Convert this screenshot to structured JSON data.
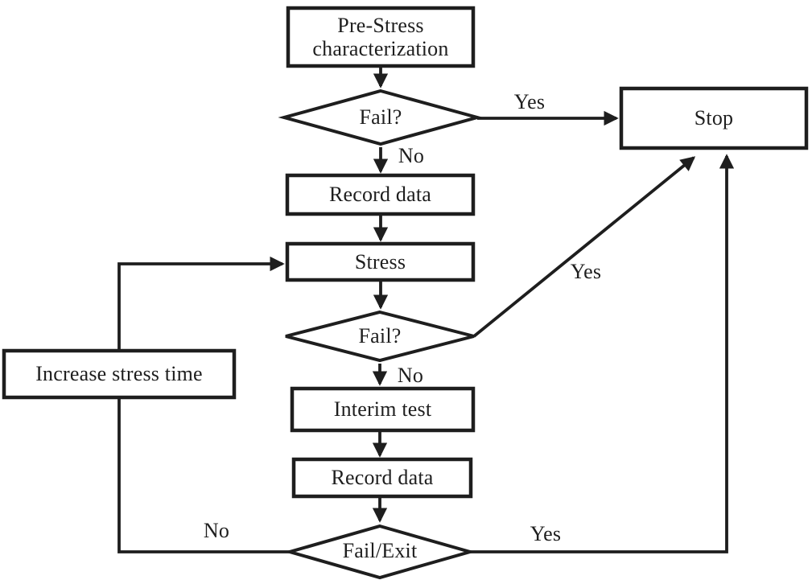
{
  "diagram": {
    "type": "flowchart",
    "colors": {
      "background": "#ffffff",
      "ink": "#1e1e1e",
      "node_fill": "#ffffff"
    },
    "nodes": {
      "pre_stress": {
        "label": "Pre-Stress characterization",
        "shape": "rectangle"
      },
      "fail_1": {
        "label": "Fail?",
        "shape": "diamond"
      },
      "stop": {
        "label": "Stop",
        "shape": "rectangle"
      },
      "record_data_1": {
        "label": "Record data",
        "shape": "rectangle"
      },
      "stress": {
        "label": "Stress",
        "shape": "rectangle"
      },
      "fail_2": {
        "label": "Fail?",
        "shape": "diamond"
      },
      "interim_test": {
        "label": "Interim test",
        "shape": "rectangle"
      },
      "record_data_2": {
        "label": "Record data",
        "shape": "rectangle"
      },
      "fail_exit": {
        "label": "Fail/Exit",
        "shape": "diamond"
      },
      "increase_stress_time": {
        "label": "Increase stress time",
        "shape": "rectangle"
      }
    },
    "edge_labels": {
      "fail_1_yes": "Yes",
      "fail_1_no": "No",
      "fail_2_yes": "Yes",
      "fail_2_no": "No",
      "fail_exit_yes": "Yes",
      "fail_exit_no": "No"
    },
    "edges": [
      {
        "from": "pre_stress",
        "to": "fail_1",
        "label": ""
      },
      {
        "from": "fail_1",
        "to": "stop",
        "label": "Yes"
      },
      {
        "from": "fail_1",
        "to": "record_data_1",
        "label": "No"
      },
      {
        "from": "record_data_1",
        "to": "stress",
        "label": ""
      },
      {
        "from": "stress",
        "to": "fail_2",
        "label": ""
      },
      {
        "from": "fail_2",
        "to": "stop",
        "label": "Yes"
      },
      {
        "from": "fail_2",
        "to": "interim_test",
        "label": "No"
      },
      {
        "from": "interim_test",
        "to": "record_data_2",
        "label": ""
      },
      {
        "from": "record_data_2",
        "to": "fail_exit",
        "label": ""
      },
      {
        "from": "fail_exit",
        "to": "stop",
        "label": "Yes"
      },
      {
        "from": "fail_exit",
        "to": "increase_stress_time",
        "label": "No"
      },
      {
        "from": "increase_stress_time",
        "to": "stress",
        "label": ""
      }
    ]
  }
}
